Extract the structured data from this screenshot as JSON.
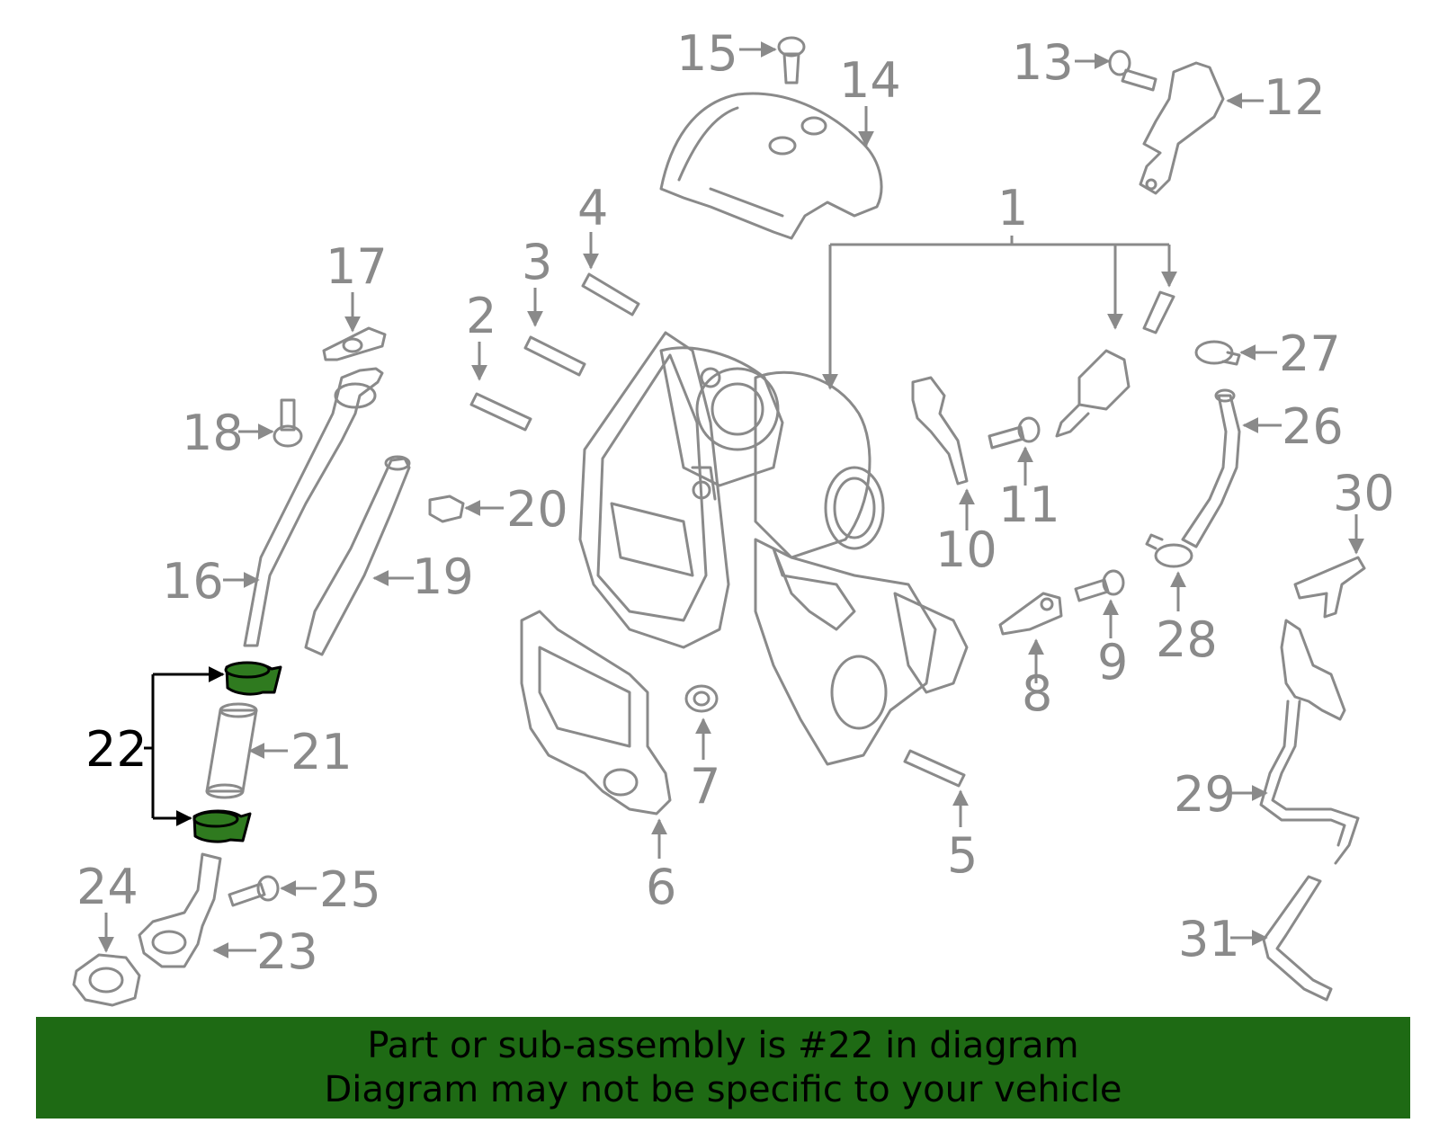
{
  "diagram": {
    "highlight_color": "#2f7a1f",
    "highlighted_part": "22",
    "callouts": [
      "1",
      "2",
      "3",
      "4",
      "5",
      "6",
      "7",
      "8",
      "9",
      "10",
      "11",
      "12",
      "13",
      "14",
      "15",
      "16",
      "17",
      "18",
      "19",
      "20",
      "21",
      "22",
      "23",
      "24",
      "25",
      "26",
      "27",
      "28",
      "29",
      "30",
      "31"
    ]
  },
  "banner": {
    "background_color": "#1e6a14",
    "line1": "Part or sub-assembly is #22 in diagram",
    "line2": "Diagram may not be specific to your vehicle"
  }
}
